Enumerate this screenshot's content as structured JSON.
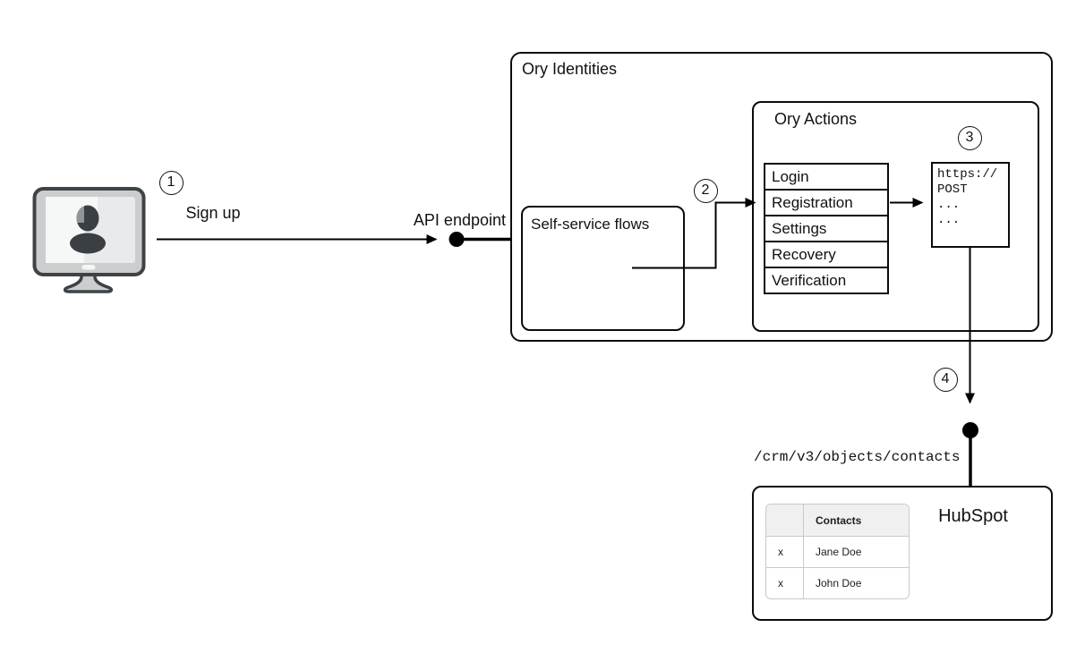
{
  "badges": {
    "step1": "1",
    "step2": "2",
    "step3": "3",
    "step4": "4"
  },
  "client": {
    "sign_up_label": "Sign up",
    "api_endpoint_label": "API endpoint"
  },
  "ory_identities": {
    "title": "Ory Identities",
    "self_service_flows": {
      "title": "Self-service flows"
    },
    "ory_actions": {
      "title": "Ory Actions",
      "flows": [
        "Login",
        "Registration",
        "Settings",
        "Recovery",
        "Verification"
      ],
      "webhook_request": {
        "lines": [
          "https://",
          "POST",
          "...",
          "..."
        ]
      }
    }
  },
  "hubspot": {
    "title": "HubSpot",
    "api_path": "/crm/v3/objects/contacts",
    "contacts_table": {
      "header": "Contacts",
      "rows": [
        {
          "mark": "x",
          "name": "Jane Doe"
        },
        {
          "mark": "x",
          "name": "John Doe"
        }
      ]
    }
  },
  "colors": {
    "line": "#000000",
    "box_border": "#0c0c0c",
    "table_border": "#c9c9c9",
    "table_header_bg": "#f0f0f0",
    "monitor_frame": "#cbcdce",
    "monitor_outline": "#3e4347",
    "monitor_screen": "#e9eaeb",
    "silhouette": "#3a3f44"
  }
}
